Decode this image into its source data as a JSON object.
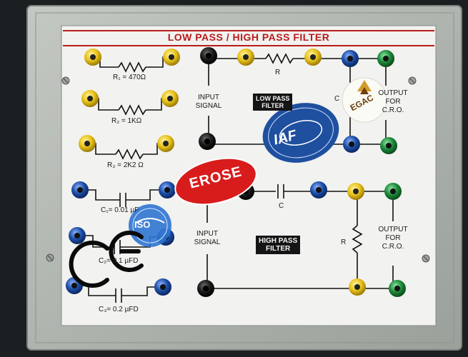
{
  "panel": {
    "title": "LOW PASS / HIGH PASS FILTER"
  },
  "resistors": [
    {
      "label": "R₁ = 470Ω"
    },
    {
      "label": "R₂ = 1KΩ"
    },
    {
      "label": "R₃ = 2K2 Ω"
    }
  ],
  "capacitors": [
    {
      "label": "C₁= 0.01 µF"
    },
    {
      "label": "C₂= 0.1 µFD"
    },
    {
      "label": "C₃= 0.2 µFD"
    }
  ],
  "low_pass": {
    "box_line1": "LOW PASS",
    "box_line2": "FILTER",
    "input_line1": "INPUT",
    "input_line2": "SIGNAL",
    "resistor_label": "R",
    "capacitor_label": "C",
    "output_line1": "OUTPUT",
    "output_line2": "FOR",
    "output_line3": "C.R.O."
  },
  "high_pass": {
    "box_line1": "HIGH PASS",
    "box_line2": "FILTER",
    "input_line1": "INPUT",
    "input_line2": "SIGNAL",
    "capacitor_label": "C",
    "resistor_label": "R",
    "output_line1": "OUTPUT",
    "output_line2": "FOR",
    "output_line3": "C.R.O."
  },
  "overlays": {
    "erose": "EROSE",
    "iaf": "IAF",
    "iso": "ISO",
    "egac": "EGAC"
  },
  "colors": {
    "enclosure": "#aeb3ad",
    "panel": "#f2f2f0",
    "title_red": "#b81c1c",
    "socket_yellow": "#e8c21a",
    "socket_black": "#1b1b1b",
    "socket_blue": "#1d4fa8",
    "socket_green": "#1e8a3a"
  }
}
